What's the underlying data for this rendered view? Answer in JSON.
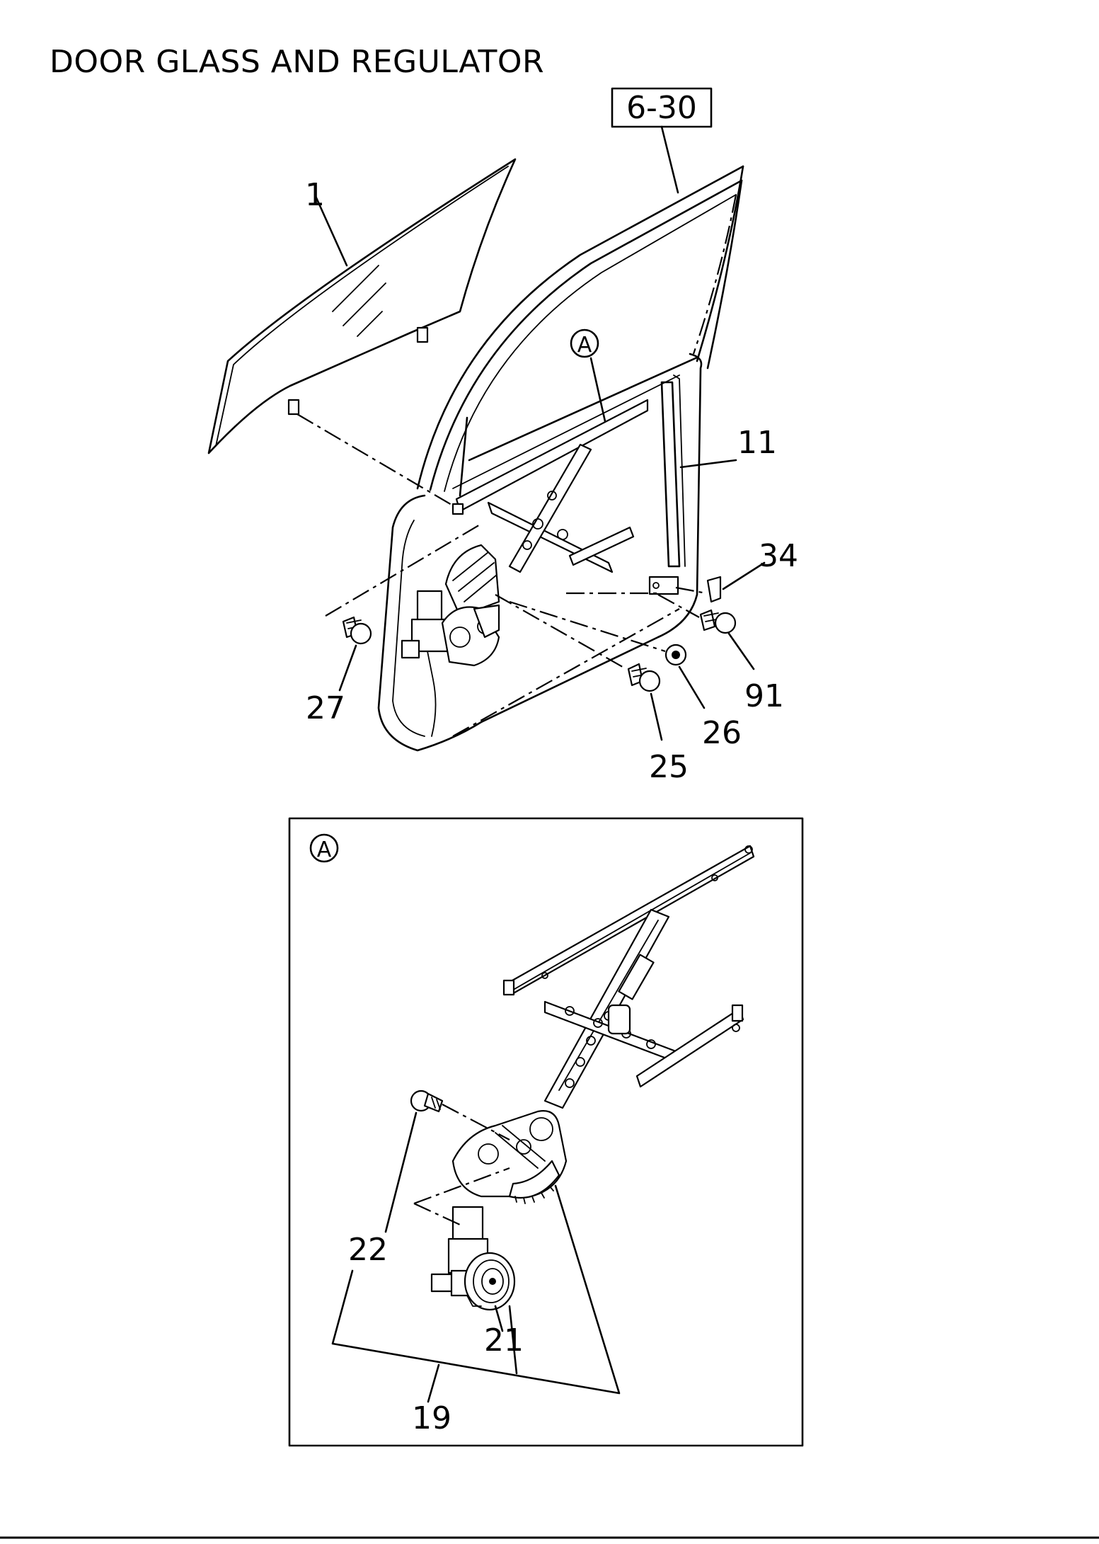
{
  "title": "DOOR GLASS AND REGULATOR",
  "reference_box": "6-30",
  "detail_marker": "A",
  "detail_box_marker": "A",
  "callouts": {
    "glass": "1",
    "channel": "11",
    "clip": "34",
    "bolt_27": "27",
    "bolt_25": "25",
    "nut_26": "26",
    "bolt_91": "91",
    "bolt_22": "22",
    "motor": "21",
    "regulator_assembly": "19"
  }
}
